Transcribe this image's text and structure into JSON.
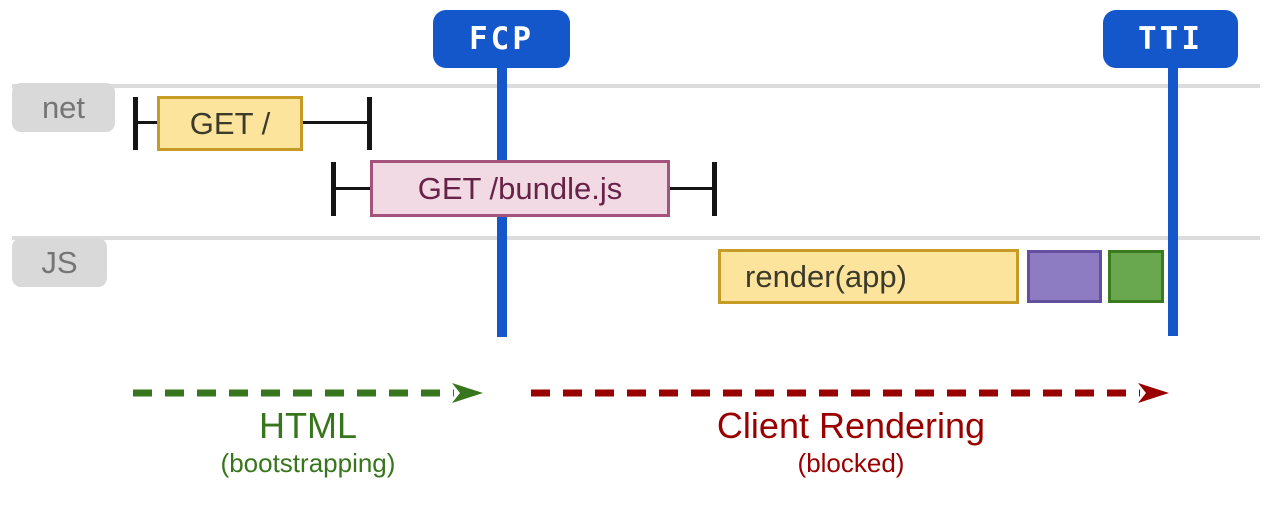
{
  "markers": {
    "fcp": {
      "label": "FCP"
    },
    "tti": {
      "label": "TTI"
    }
  },
  "lanes": {
    "net": {
      "label": "net"
    },
    "js": {
      "label": "JS"
    }
  },
  "network_requests": {
    "root": {
      "label": "GET /"
    },
    "bundle": {
      "label": "GET /bundle.js"
    }
  },
  "js_tasks": {
    "render": {
      "label": "render(app)"
    },
    "purple_task": {
      "label": ""
    },
    "green_task": {
      "label": ""
    }
  },
  "phases": {
    "html": {
      "title": "HTML",
      "subtitle": "(bootstrapping)"
    },
    "client_rendering": {
      "title": "Client Rendering",
      "subtitle": "(blocked)"
    }
  },
  "colors": {
    "marker_blue": "#1457cb",
    "lane_line_gray": "#dcdcdc",
    "lane_label_bg": "#d9d9d9",
    "lane_label_text": "#757575",
    "whisker_black": "#151515",
    "request_yellow_fill": "#fde49c",
    "request_yellow_border": "#c79c26",
    "request_yellow_text": "#3c3a2b",
    "request_pink_fill": "#f1dae4",
    "request_pink_border": "#a3537c",
    "request_pink_text": "#682147",
    "task_purple_fill": "#8e7cc3",
    "task_purple_border": "#62509e",
    "task_green_fill": "#6aa84f",
    "task_green_border": "#3a7a21",
    "phase_html_green": "#38761d",
    "phase_blocked_red": "#990000"
  }
}
